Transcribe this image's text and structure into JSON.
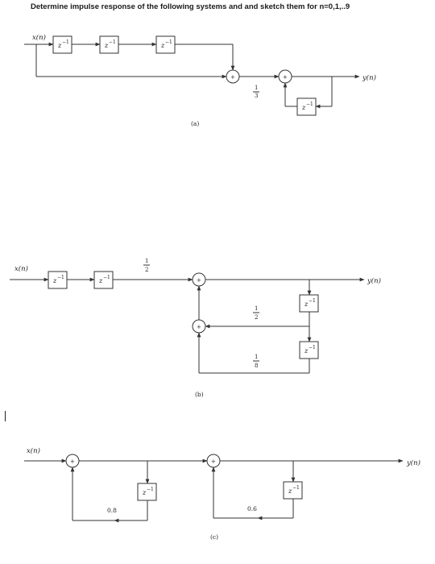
{
  "title": "Determine impulse response of the following systems and and sketch them for n=0,1,..9",
  "delay": {
    "base": "z",
    "exp": "−1"
  },
  "adder_sign": "+",
  "diagrams": {
    "a": {
      "label": "(a)",
      "input": "x(n)",
      "output": "y(n)",
      "gain": {
        "num": "1",
        "den": "3"
      }
    },
    "b": {
      "label": "(b)",
      "input": "x(n)",
      "output": "y(n)",
      "gain_in": {
        "num": "1",
        "den": "2"
      },
      "gain_fb1": {
        "num": "1",
        "den": "2"
      },
      "gain_fb2": {
        "num": "1",
        "den": "8"
      }
    },
    "c": {
      "label": "(c)",
      "input": "x(n)",
      "output": "y(n)",
      "gain1": "0.8",
      "gain2": "0.6"
    }
  }
}
